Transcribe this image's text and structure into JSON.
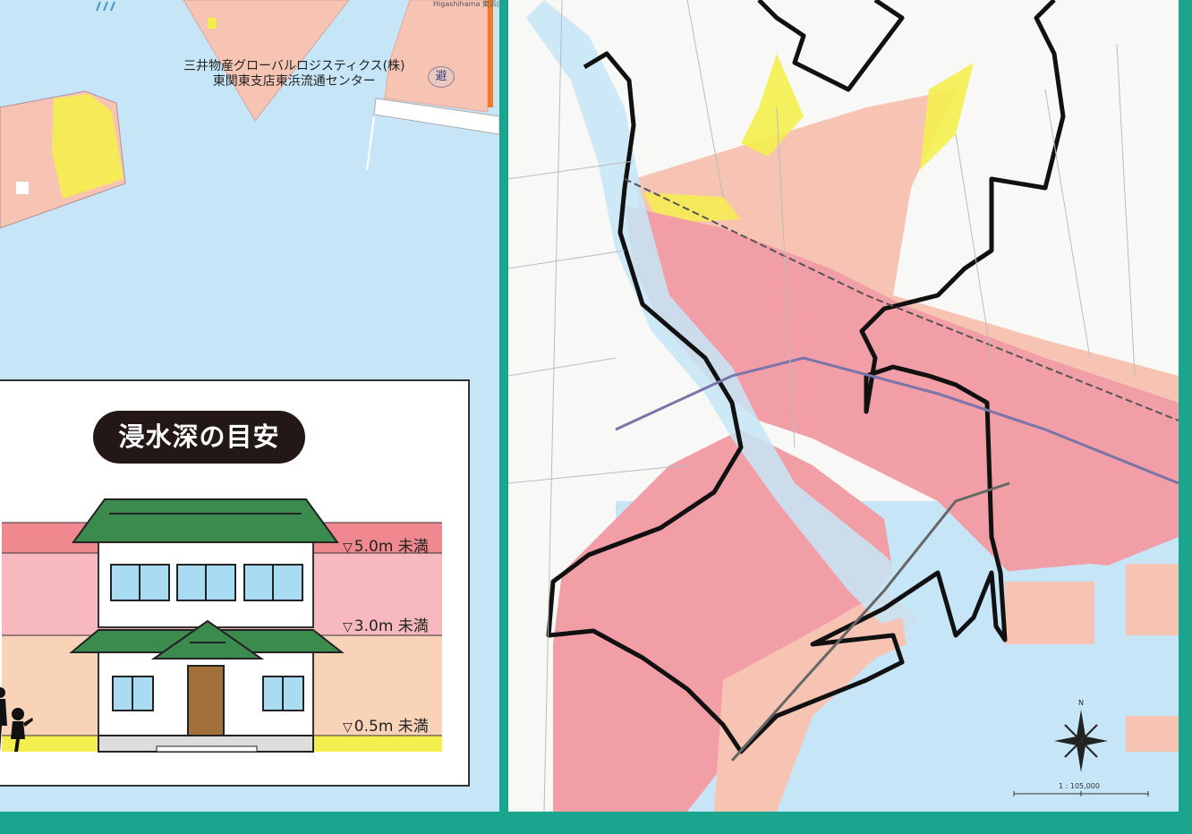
{
  "map": {
    "title": "浸水深の目安",
    "facility_line1": "三井物産グローバルロジスティクス(株)",
    "facility_line2": "東関東支店東浜流通センター",
    "evacuation_symbol": "避",
    "area_label": "Higashihama\n東浜(一)",
    "scale": "1 : 105,000",
    "north_symbol": "N"
  },
  "legend": {
    "levels": [
      {
        "label": "5.0m 未満",
        "color": "#f0888f"
      },
      {
        "label": "3.0m 未満",
        "color": "#f7b9bd"
      },
      {
        "label": "0.5m 未満",
        "color": "#f9d3b8"
      }
    ],
    "shallow_color": "#f4ee4e"
  },
  "colors": {
    "frame": "#19a58e",
    "water": "#c6e6f7",
    "flood_deep": "#f29ea7",
    "flood_mid": "#f7c4b3",
    "flood_shallow": "#f4ee4e",
    "house_roof": "#3b8b4f",
    "door": "#a4703a"
  }
}
